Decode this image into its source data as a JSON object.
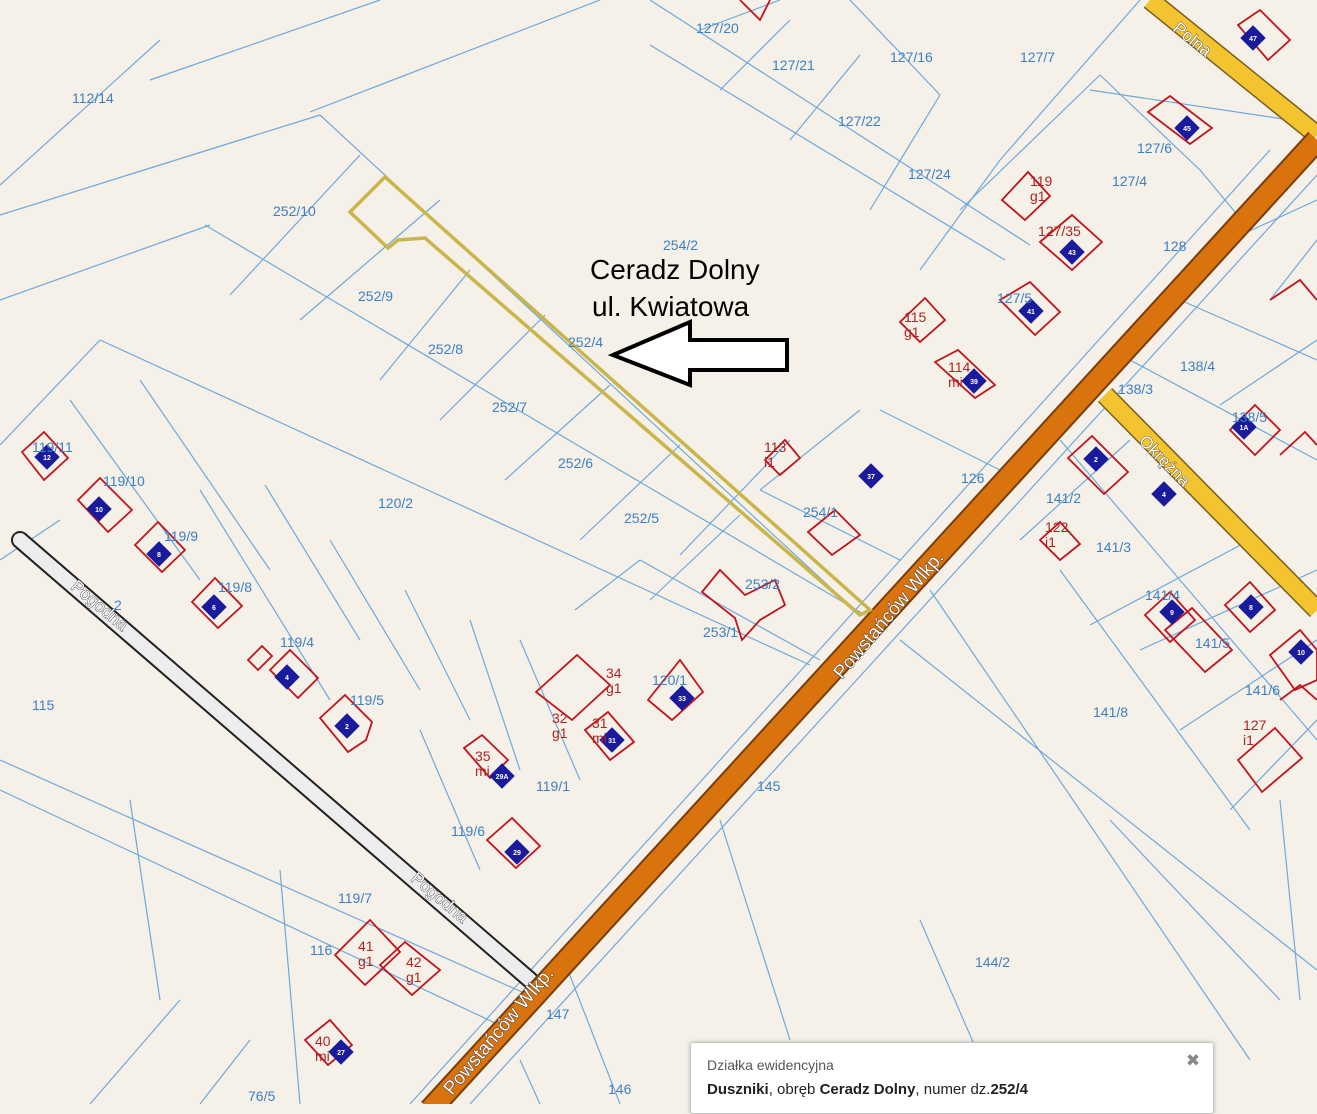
{
  "annotation": {
    "line1": "Ceradz Dolny",
    "line2": "ul. Kwiatowa"
  },
  "streets": {
    "powstancow": "Powstańców Wlkp.",
    "pogodna": "Pogodna",
    "polna": "Polna",
    "okrezna": "Okrężna"
  },
  "parcels": [
    "112/14",
    "252/10",
    "254/2",
    "252/9",
    "252/8",
    "252/4",
    "252/7",
    "252/6",
    "252/5",
    "254/1",
    "253/2",
    "253/1",
    "120/2",
    "120/1",
    "119/10",
    "119/9",
    "119/8",
    "119/4",
    "119/5",
    "119/6",
    "119/7",
    "119/1",
    "115",
    "116",
    "76/5",
    "146",
    "147",
    "145",
    "144/2",
    "127/20",
    "127/21",
    "127/16",
    "127/7",
    "127/22",
    "127/24",
    "127/4",
    "127/6",
    "128",
    "127/5",
    "126",
    "138/4",
    "138/3",
    "138/5",
    "141/2",
    "141/3",
    "141/4",
    "141/5",
    "141/6",
    "141/8",
    "119/11",
    "2"
  ],
  "buildings": [
    "119 g1",
    "127/35",
    "115 g1",
    "114 mi",
    "113 i1",
    "122 i1",
    "34 g1",
    "32 g1",
    "31 mi",
    "35 mi",
    "41 g1",
    "42 g1",
    "40 mi",
    "127 i1"
  ],
  "house_numbers": [
    "47",
    "45",
    "43",
    "41",
    "39",
    "37",
    "33",
    "31",
    "29",
    "29A",
    "27",
    "12",
    "10",
    "8",
    "6",
    "4",
    "2",
    "1A",
    "2",
    "4",
    "8",
    "9",
    "10"
  ],
  "popup": {
    "title": "Działka ewidencyjna",
    "place": "Duszniki",
    "sep1": ", obręb ",
    "precinct": "Ceradz Dolny",
    "sep2": ", numer dz.",
    "parcel": "252/4"
  },
  "colors": {
    "background": "#f5f1e8",
    "parcel_lines": "#6fa8dc",
    "building_outline": "#c0141c",
    "house_marker": "#1a1a9c",
    "main_road": "#d9730d",
    "local_road": "#f4c430",
    "highlight": "#c9b54a"
  }
}
